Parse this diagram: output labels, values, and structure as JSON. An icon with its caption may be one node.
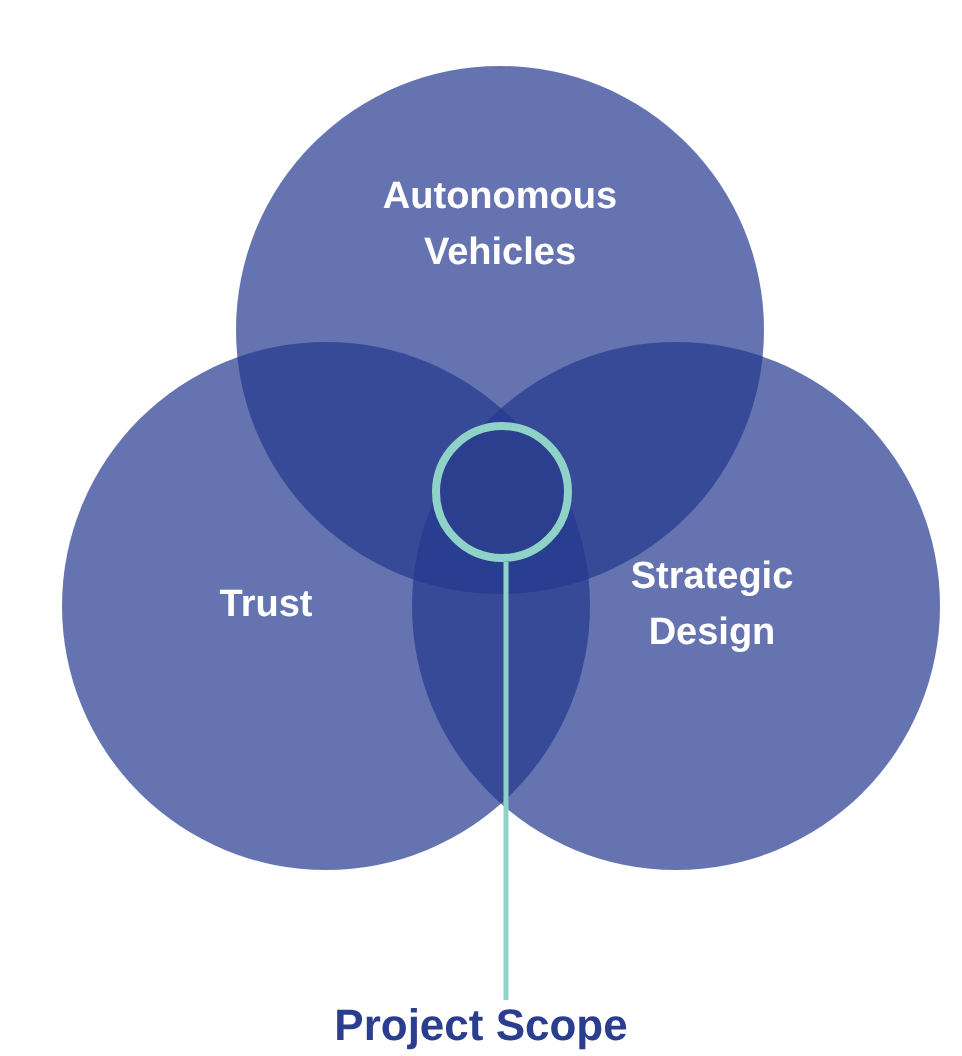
{
  "diagram": {
    "nodes": [
      {
        "text": [
          "Autonomous Vehicles"
        ]
      },
      {
        "text": [
          "Trust"
        ]
      },
      {
        "text": [
          "Strategic Design"
        ]
      },
      {
        "text": [],
        "shape": "circle"
      },
      {
        "text": [
          "Project Scope"
        ]
      }
    ],
    "edges": [
      {
        "from": 4,
        "to": 3,
        "arrow": "none"
      }
    ]
  }
}
